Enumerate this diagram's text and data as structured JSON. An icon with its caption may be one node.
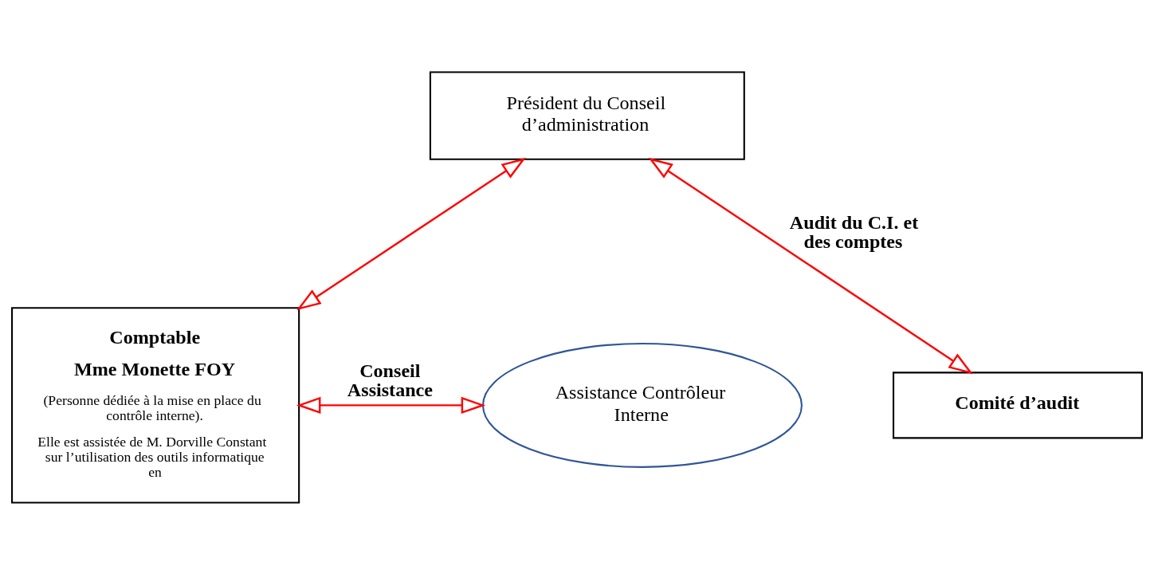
{
  "diagram": {
    "nodes": [
      {
        "text": [
          "Président du Conseil d’administration"
        ]
      },
      {
        "text": [
          "Comité d’audit"
        ]
      },
      {
        "text": [
          "Comptable",
          "Mme Monette FOY",
          "(Personne dédiée à la mise en place du contrôle interne).",
          "Elle est assistée de M. Dorville Constant sur l’utilisation des outils informatique en"
        ]
      },
      {
        "text": [
          "Assistance Contrôleur Interne"
        ]
      }
    ],
    "edges": [
      {
        "from": 1,
        "to": 0,
        "arrow": "both",
        "label": "Audit du C.I. et des comptes"
      },
      {
        "from": 0,
        "to": 2,
        "arrow": "both"
      },
      {
        "from": 2,
        "to": 3,
        "arrow": "both",
        "label": "Conseil Assistance"
      }
    ]
  }
}
